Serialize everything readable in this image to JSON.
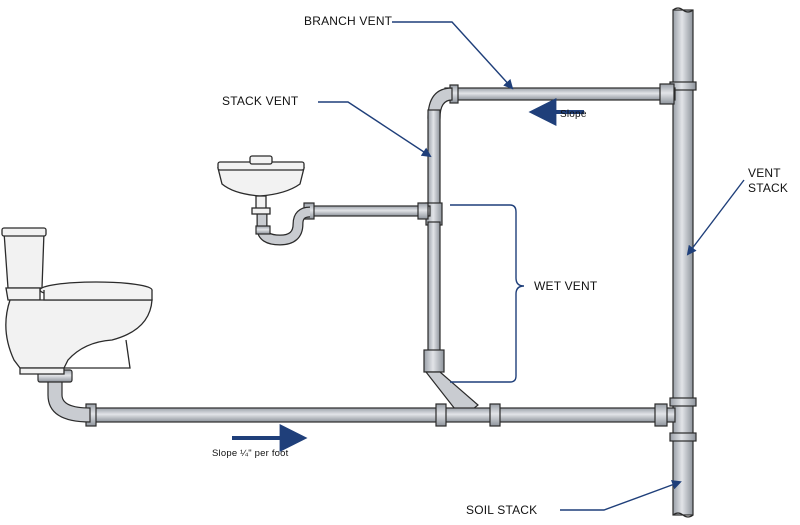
{
  "labels": {
    "branch_vent": "BRANCH VENT",
    "stack_vent": "STACK VENT",
    "vent_stack_line1": "VENT",
    "vent_stack_line2": "STACK",
    "wet_vent": "WET VENT",
    "soil_stack": "SOIL STACK",
    "slope": "Slope",
    "slope_per_foot": "Slope ¼\" per foot"
  },
  "colors": {
    "pipe_fill": "#c9ccd1",
    "pipe_outline": "#2b2b2b",
    "arrow": "#1f3f7a",
    "bracket": "#1f3f7a",
    "fixture_fill": "#f2f2f2"
  },
  "icons": {
    "toilet": "toilet-fixture-icon",
    "sink": "sink-fixture-icon"
  }
}
